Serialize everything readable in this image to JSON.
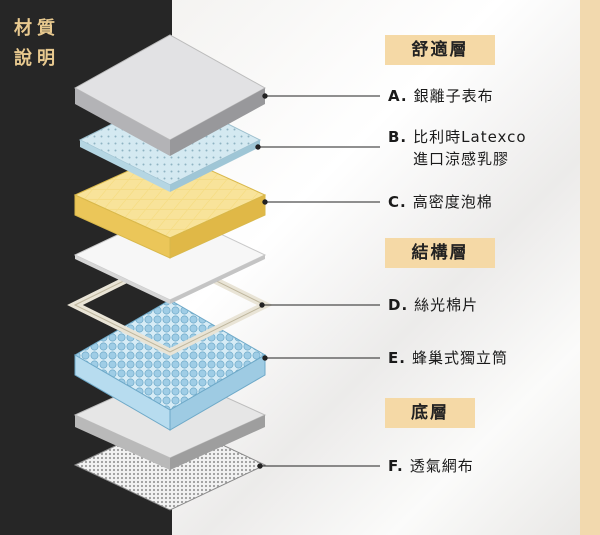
{
  "corner_title": {
    "line1": "材質",
    "line2": "說明"
  },
  "sections": {
    "comfort": "舒適層",
    "structure": "結構層",
    "bottom": "底層"
  },
  "layers": [
    {
      "letter": "A.",
      "name": "銀離子表布"
    },
    {
      "letter": "B.",
      "name": "比利時Latexco",
      "name2": "進口涼感乳膠"
    },
    {
      "letter": "C.",
      "name": "高密度泡棉"
    },
    {
      "letter": "D.",
      "name": "絲光棉片"
    },
    {
      "letter": "E.",
      "name": "蜂巢式獨立筒"
    },
    {
      "letter": "F.",
      "name": "透氣網布"
    }
  ],
  "colors": {
    "left_panel": "#262626",
    "corner_title": "#e8c98f",
    "section_header_bg": "#f5d9a6",
    "right_strip": "#f2d9ae",
    "foam_yellow": "#f3d77a",
    "latex_blue": "#cfe6ef",
    "spring_blue": "#a9d3ea"
  }
}
